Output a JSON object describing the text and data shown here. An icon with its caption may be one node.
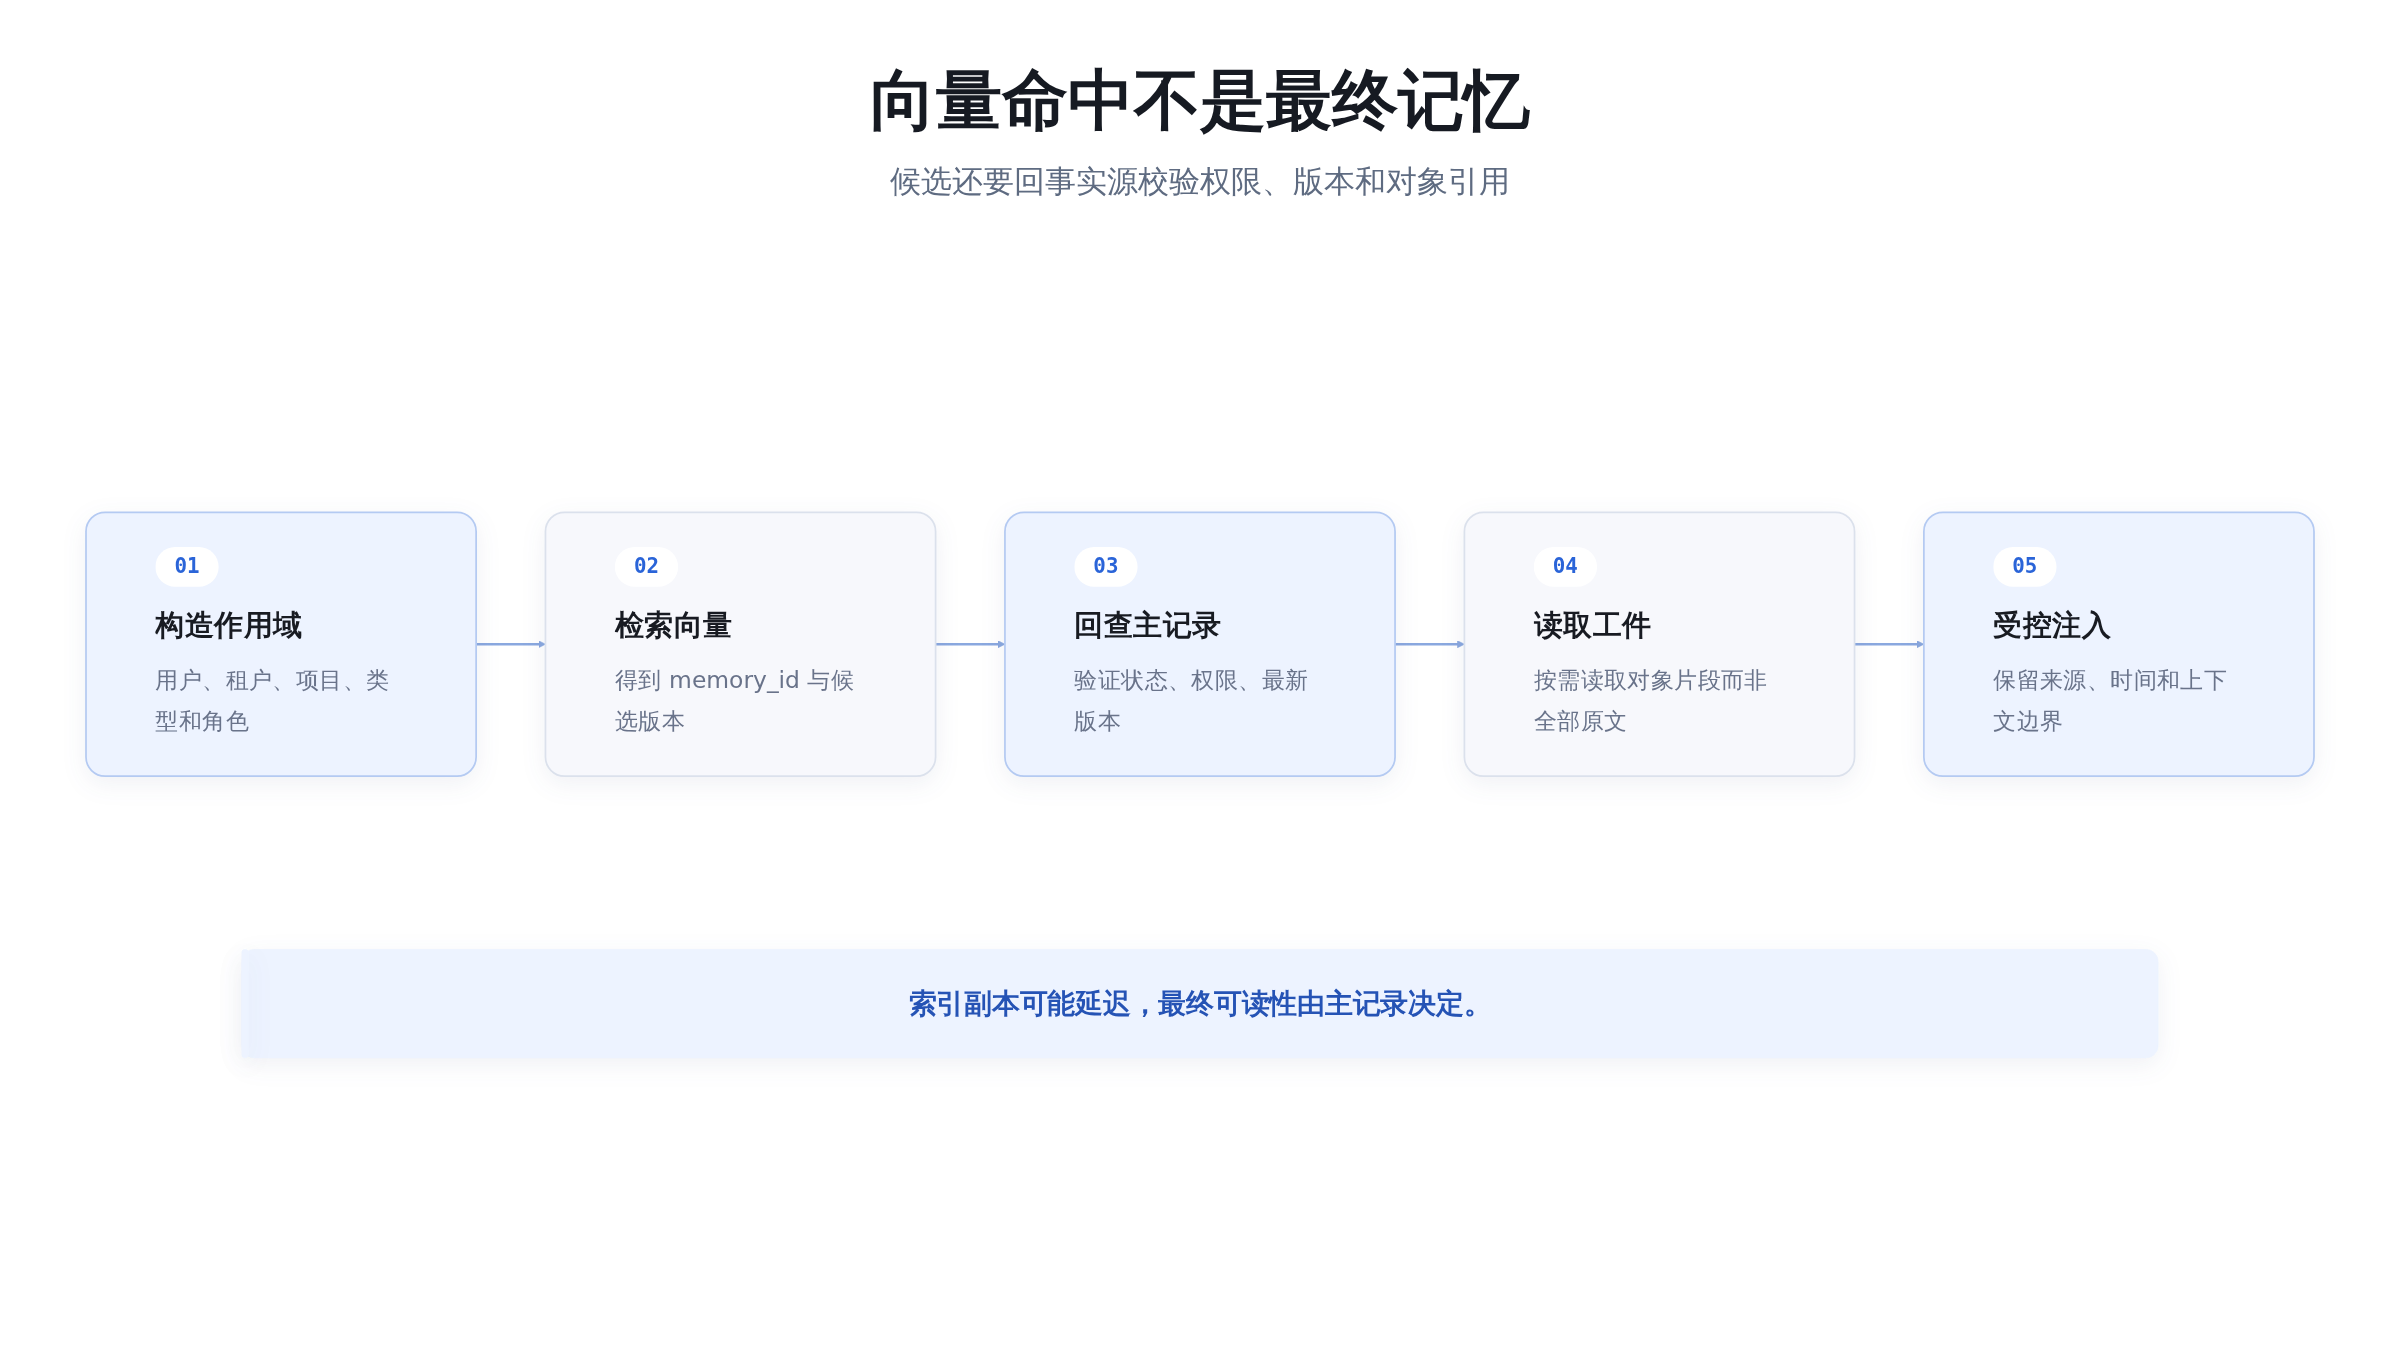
{
  "diagram": {
    "title": "向量命中不是最终记忆",
    "nodes": [
      {
        "text": [
          "01",
          "构造作用域",
          "用户、租户、项目、类型和角色"
        ]
      },
      {
        "text": [
          "02",
          "检索向量",
          "得到 memory_id 与候选版本"
        ]
      },
      {
        "text": [
          "03",
          "回查主记录",
          "验证状态、权限、最新版本"
        ]
      },
      {
        "text": [
          "04",
          "读取工件",
          "按需读取对象片段而非全部原文"
        ]
      },
      {
        "text": [
          "05",
          "受控注入",
          "保留来源、时间和上下文边界"
        ]
      },
      {
        "text": [
          "索引副本可能延迟，最终可读性由主记录决定。"
        ]
      }
    ],
    "edges": [
      {
        "from": 0,
        "to": 1,
        "arrow": "to"
      },
      {
        "from": 1,
        "to": 2,
        "arrow": "to"
      },
      {
        "from": 2,
        "to": 3,
        "arrow": "to"
      },
      {
        "from": 3,
        "to": 4,
        "arrow": "to"
      }
    ],
    "labels": [
      "候选还要回事实源校验权限、版本和对象引用"
    ]
  }
}
